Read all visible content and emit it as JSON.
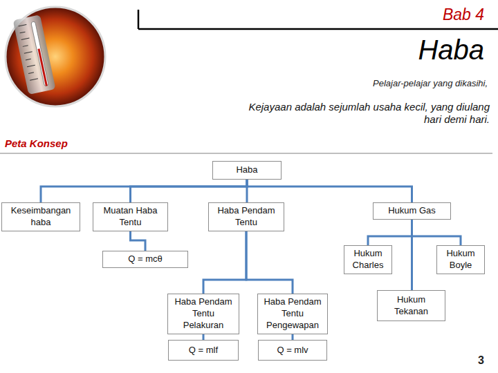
{
  "diagram": {
    "title": "Haba",
    "nodes": [
      {
        "text": [
          "Haba"
        ]
      },
      {
        "text": [
          "Keseimbangan haba"
        ]
      },
      {
        "text": [
          "Muatan Haba Tentu"
        ]
      },
      {
        "text": [
          "Haba Pendam Tentu"
        ]
      },
      {
        "text": [
          "Hukum Gas"
        ]
      },
      {
        "text": [
          "Q = mcθ"
        ]
      },
      {
        "text": [
          "Hukum Charles"
        ]
      },
      {
        "text": [
          "Hukum Boyle"
        ]
      },
      {
        "text": [
          "Haba Pendam Tentu Pelakuran"
        ]
      },
      {
        "text": [
          "Haba Pendam Tentu Pengewapan"
        ]
      },
      {
        "text": [
          "Hukum Tekanan"
        ]
      },
      {
        "text": [
          "Q = mlf"
        ]
      },
      {
        "text": [
          "Q = mlv"
        ]
      }
    ],
    "edges": [
      {
        "from": 0,
        "to": 1,
        "arrow": "none"
      },
      {
        "from": 0,
        "to": 2,
        "arrow": "none"
      },
      {
        "from": 0,
        "to": 3,
        "arrow": "none"
      },
      {
        "from": 0,
        "to": 4,
        "arrow": "none"
      },
      {
        "from": 2,
        "to": 5,
        "arrow": "none"
      },
      {
        "from": 3,
        "to": 8,
        "arrow": "none"
      },
      {
        "from": 3,
        "to": 9,
        "arrow": "none"
      },
      {
        "from": 4,
        "to": 6,
        "arrow": "none"
      },
      {
        "from": 4,
        "to": 7,
        "arrow": "none"
      },
      {
        "from": 4,
        "to": 10,
        "arrow": "none"
      },
      {
        "from": 8,
        "to": 11,
        "arrow": "none"
      },
      {
        "from": 9,
        "to": 12,
        "arrow": "none"
      }
    ],
    "labels": [
      "Bab 4",
      "Pelajar-pelajar yang dikasihi,",
      "Kejayaan adalah sejumlah usaha kecil, yang diulang hari demi hari.",
      "Peta Konsep",
      "3"
    ]
  }
}
